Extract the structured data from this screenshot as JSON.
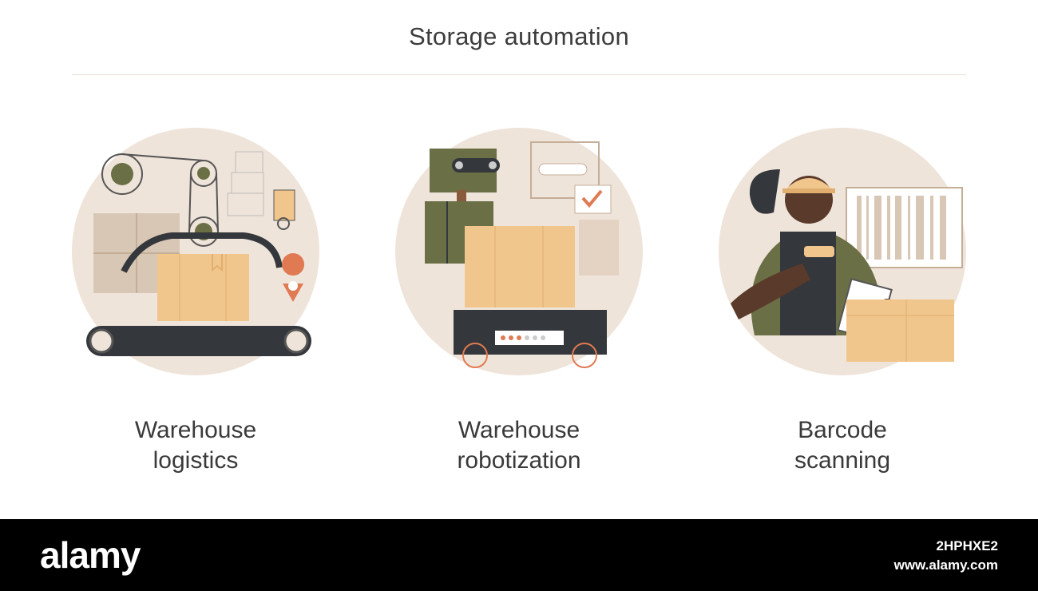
{
  "header": {
    "title": "Storage automation"
  },
  "panels": [
    {
      "line1": "Warehouse",
      "line2": "logistics",
      "icon": "conveyor-belt-icon"
    },
    {
      "line1": "Warehouse",
      "line2": "robotization",
      "icon": "warehouse-robot-icon"
    },
    {
      "line1": "Barcode",
      "line2": "scanning",
      "icon": "barcode-scanner-worker-icon"
    }
  ],
  "footer": {
    "brand": "alamy",
    "image_id": "2HPHXE2",
    "url": "www.alamy.com"
  },
  "colors": {
    "circle": "#efe4da",
    "box": "#f1c68c",
    "olive": "#6b6f45",
    "dark": "#34373b",
    "accent": "#e07a52"
  }
}
